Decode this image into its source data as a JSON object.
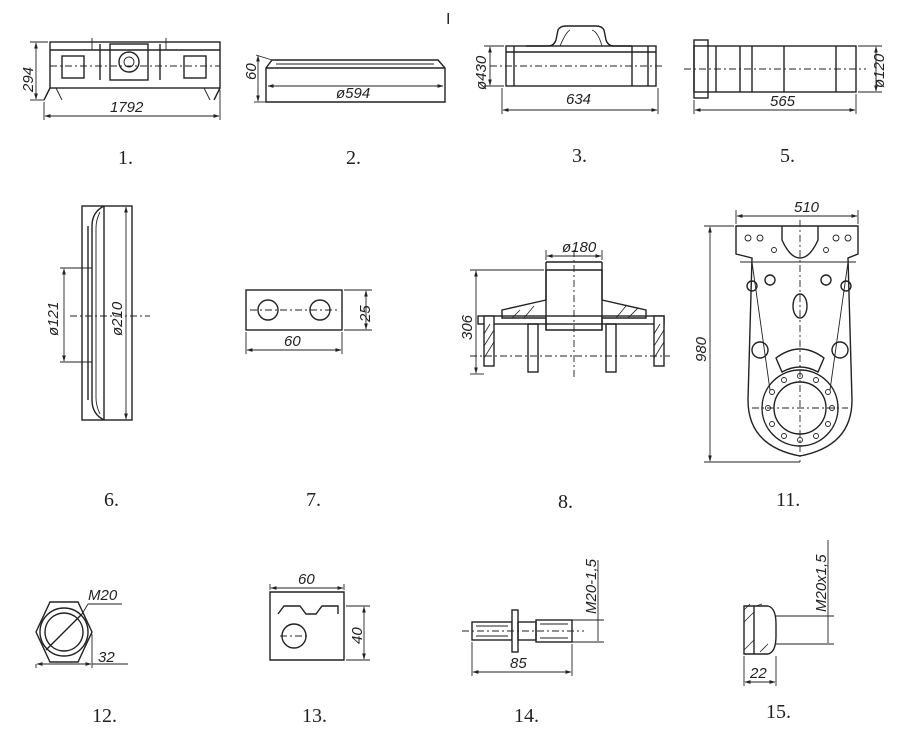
{
  "top_mark": "I",
  "parts": [
    {
      "number": "1.",
      "dims": [
        "294",
        "1792"
      ]
    },
    {
      "number": "2.",
      "dims": [
        "60",
        "ø594"
      ]
    },
    {
      "number": "3.",
      "dims": [
        "ø430",
        "634"
      ]
    },
    {
      "number": "5.",
      "dims": [
        "ø120",
        "565"
      ]
    },
    {
      "number": "6.",
      "dims": [
        "ø121",
        "ø210"
      ]
    },
    {
      "number": "7.",
      "dims": [
        "25",
        "60"
      ]
    },
    {
      "number": "8.",
      "dims": [
        "ø180",
        "306"
      ]
    },
    {
      "number": "11.",
      "dims": [
        "510",
        "980"
      ]
    },
    {
      "number": "12.",
      "dims": [
        "M20",
        "32"
      ]
    },
    {
      "number": "13.",
      "dims": [
        "60",
        "40"
      ]
    },
    {
      "number": "14.",
      "dims": [
        "M20-1,5",
        "85"
      ]
    },
    {
      "number": "15.",
      "dims": [
        "M20x1,5",
        "22"
      ]
    }
  ]
}
